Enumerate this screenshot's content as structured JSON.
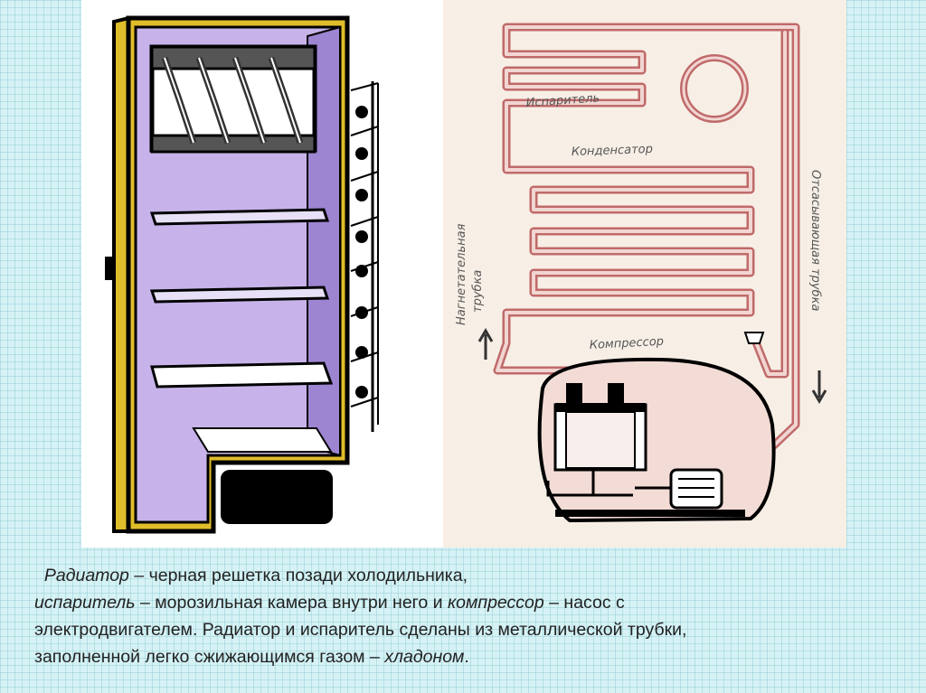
{
  "diagram": {
    "labels": {
      "evaporator": "Испаритель",
      "condenser": "Конденсатор",
      "compressor": "Компрессор",
      "discharge_tube_1": "Нагнетательная",
      "discharge_tube_2": "трубка",
      "suction_tube": "Отсасывающая трубка"
    },
    "colors": {
      "tube": "#c06a6a",
      "tube_fill": "#f1d6d2",
      "compressor_body": "#f3dcd6",
      "cabinet_interior": "#c7b3ea",
      "cabinet_frame": "#e0bd2a",
      "line": "#000000"
    }
  },
  "caption": {
    "line1": {
      "term": "Радиатор",
      "text": " – черная решетка позади холодильника,"
    },
    "line2": {
      "term": "испаритель",
      "text": " – морозильная камера внутри него и ",
      "term2": "компрессор",
      "text2": " – насос с"
    },
    "line3": {
      "text": "электродвигателем. Радиатор и испаритель сделаны из металлической трубки,"
    },
    "line4": {
      "text": "заполненной легко сжижающимся газом – ",
      "term": "хладоном",
      "end": "."
    }
  }
}
